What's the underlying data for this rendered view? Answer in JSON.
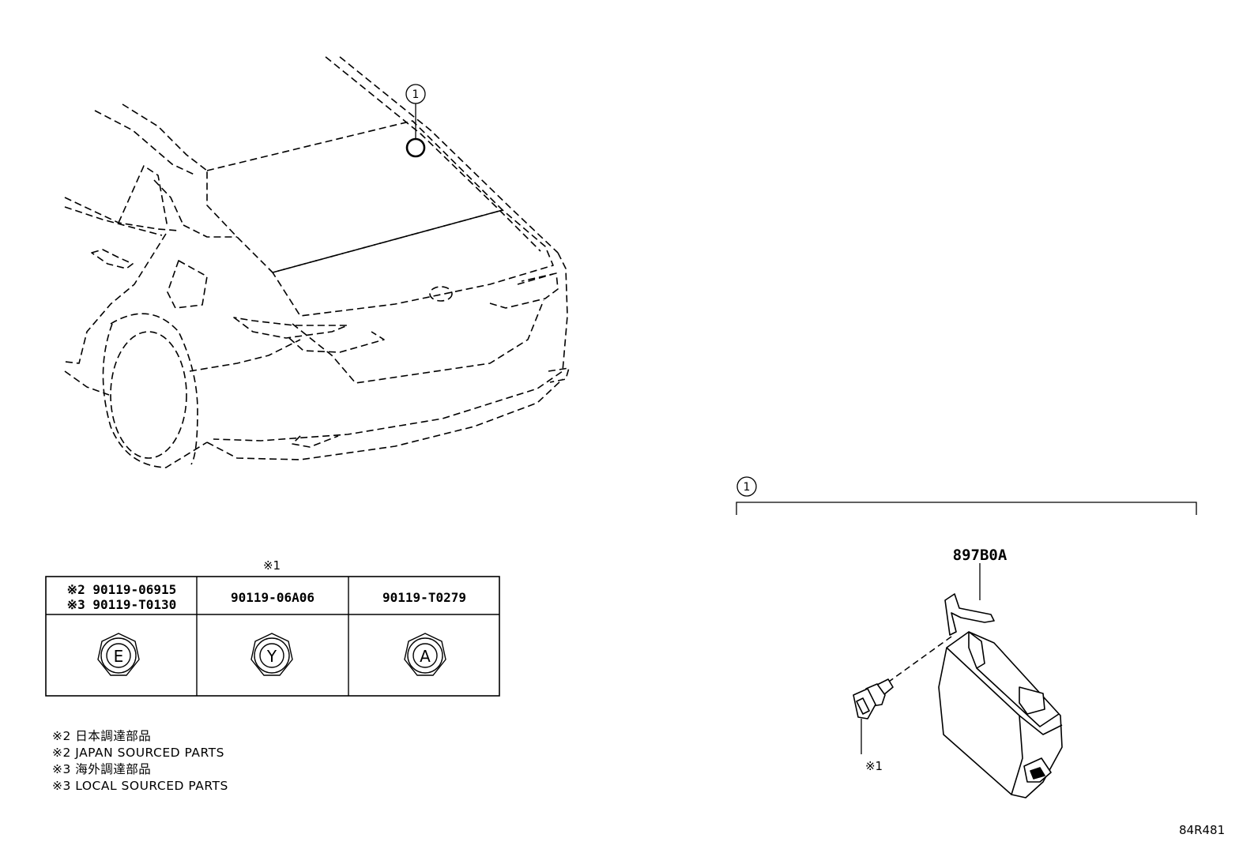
{
  "callouts": {
    "vehicle": "1",
    "detail": "1"
  },
  "fastener_table": {
    "header_note": "※1",
    "columns": [
      {
        "lines": [
          "※2 90119-06915",
          "※3 90119-T0130"
        ],
        "head_mark": "E"
      },
      {
        "lines": [
          "90119-06A06"
        ],
        "head_mark": "Y"
      },
      {
        "lines": [
          "90119-T0279"
        ],
        "head_mark": "A"
      }
    ]
  },
  "notes": [
    "※2 日本調達部品",
    "※2 JAPAN SOURCED PARTS",
    "※3 海外調達部品",
    "※3 LOCAL SOURCED PARTS"
  ],
  "detail": {
    "part_number": "897B0A",
    "bolt_ref": "※1"
  },
  "illustration_code": "84R481",
  "icons": [
    "vehicle-rear-outline",
    "bolt-head-hexagon",
    "sensor-module",
    "flange-bolt"
  ],
  "colors": {
    "ink": "#000000",
    "paper": "#ffffff"
  }
}
